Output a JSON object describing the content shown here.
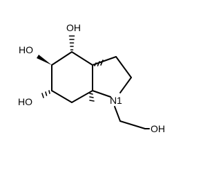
{
  "structure": {
    "line_color": "#000000",
    "background": "#ffffff",
    "labels": {
      "oh_c4": "OH",
      "ho_c5": "HO",
      "ho_c6": "HO",
      "n1": "N",
      "n1_locant": "1",
      "oh_chain": "OH"
    }
  }
}
